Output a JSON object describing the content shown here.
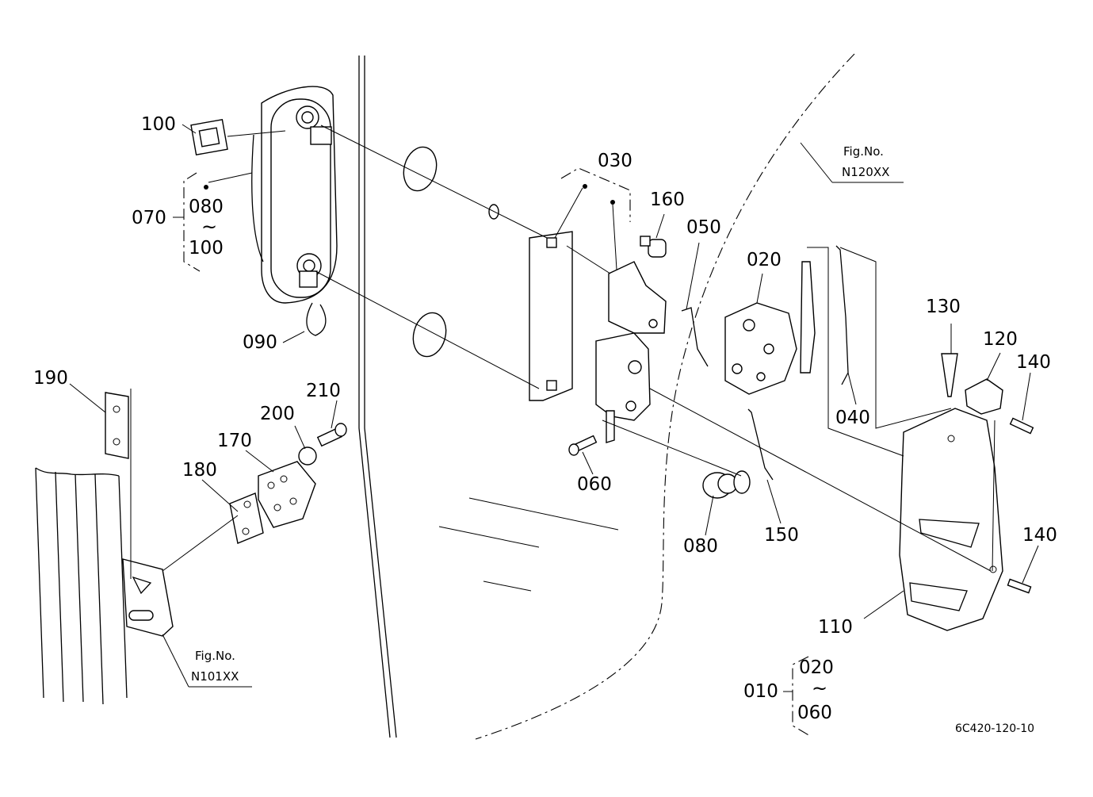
{
  "figure": {
    "code": "6C420-120-10",
    "part_labels": {
      "p010": "010",
      "p020": "020",
      "p020_range": "020",
      "p030": "030",
      "p040": "040",
      "p050": "050",
      "p060": "060",
      "p060_range": "060",
      "p070": "070",
      "p080": "080",
      "p080_range": "080",
      "p090": "090",
      "p100": "100",
      "p100_range": "100",
      "p110": "110",
      "p120": "120",
      "p130": "130",
      "p140_upper": "140",
      "p140_lower": "140",
      "p150": "150",
      "p160": "160",
      "p170": "170",
      "p180": "180",
      "p190": "190",
      "p200": "200",
      "p210": "210"
    },
    "range_separator": "~",
    "references": [
      {
        "title": "Fig.No.",
        "number": "N120XX"
      },
      {
        "title": "Fig.No.",
        "number": "N101XX"
      }
    ]
  }
}
